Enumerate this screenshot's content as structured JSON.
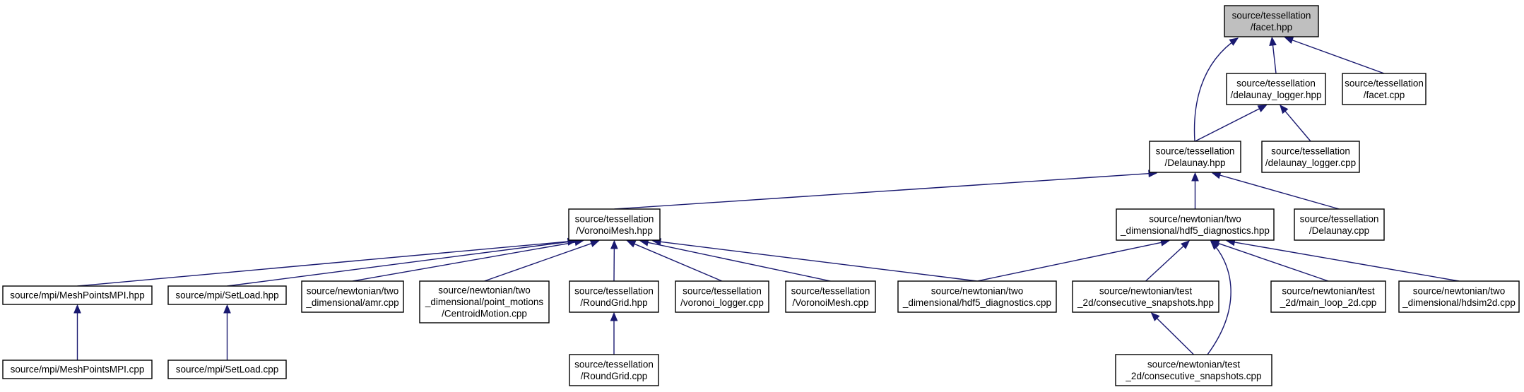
{
  "graph": {
    "title": "",
    "edge_color": "#191970",
    "root_fill": "#bfbfbf",
    "nodes": [
      {
        "id": "facet_hpp",
        "lines": [
          "source/tessellation",
          "/facet.hpp"
        ],
        "root": true
      },
      {
        "id": "delaunay_logger_hpp",
        "lines": [
          "source/tessellation",
          "/delaunay_logger.hpp"
        ]
      },
      {
        "id": "facet_cpp",
        "lines": [
          "source/tessellation",
          "/facet.cpp"
        ]
      },
      {
        "id": "delaunay_hpp",
        "lines": [
          "source/tessellation",
          "/Delaunay.hpp"
        ]
      },
      {
        "id": "delaunay_logger_cpp",
        "lines": [
          "source/tessellation",
          "/delaunay_logger.cpp"
        ]
      },
      {
        "id": "voronoimesh_hpp",
        "lines": [
          "source/tessellation",
          "/VoronoiMesh.hpp"
        ]
      },
      {
        "id": "hdf5_diag_hpp",
        "lines": [
          "source/newtonian/two",
          "_dimensional/hdf5_diagnostics.hpp"
        ]
      },
      {
        "id": "delaunay_cpp",
        "lines": [
          "source/tessellation",
          "/Delaunay.cpp"
        ]
      },
      {
        "id": "meshpointsmpi_hpp",
        "lines": [
          "source/mpi/MeshPointsMPI.hpp"
        ]
      },
      {
        "id": "setload_hpp",
        "lines": [
          "source/mpi/SetLoad.hpp"
        ]
      },
      {
        "id": "amr_cpp",
        "lines": [
          "source/newtonian/two",
          "_dimensional/amr.cpp"
        ]
      },
      {
        "id": "centroidmotion_cpp",
        "lines": [
          "source/newtonian/two",
          "_dimensional/point_motions",
          "/CentroidMotion.cpp"
        ]
      },
      {
        "id": "roundgrid_hpp",
        "lines": [
          "source/tessellation",
          "/RoundGrid.hpp"
        ]
      },
      {
        "id": "voronoi_logger_cpp",
        "lines": [
          "source/tessellation",
          "/voronoi_logger.cpp"
        ]
      },
      {
        "id": "voronoimesh_cpp",
        "lines": [
          "source/tessellation",
          "/VoronoiMesh.cpp"
        ]
      },
      {
        "id": "hdf5_diag_cpp",
        "lines": [
          "source/newtonian/two",
          "_dimensional/hdf5_diagnostics.cpp"
        ]
      },
      {
        "id": "consec_hpp",
        "lines": [
          "source/newtonian/test",
          "_2d/consecutive_snapshots.hpp"
        ]
      },
      {
        "id": "main_loop_cpp",
        "lines": [
          "source/newtonian/test",
          "_2d/main_loop_2d.cpp"
        ]
      },
      {
        "id": "hdsim2d_cpp",
        "lines": [
          "source/newtonian/two",
          "_dimensional/hdsim2d.cpp"
        ]
      },
      {
        "id": "meshpointsmpi_cpp",
        "lines": [
          "source/mpi/MeshPointsMPI.cpp"
        ]
      },
      {
        "id": "setload_cpp",
        "lines": [
          "source/mpi/SetLoad.cpp"
        ]
      },
      {
        "id": "roundgrid_cpp",
        "lines": [
          "source/tessellation",
          "/RoundGrid.cpp"
        ]
      },
      {
        "id": "consec_cpp",
        "lines": [
          "source/newtonian/test",
          "_2d/consecutive_snapshots.cpp"
        ]
      }
    ],
    "edges": [
      {
        "from": "delaunay_logger_hpp",
        "to": "facet_hpp"
      },
      {
        "from": "facet_cpp",
        "to": "facet_hpp"
      },
      {
        "from": "delaunay_hpp",
        "to": "facet_hpp"
      },
      {
        "from": "delaunay_hpp",
        "to": "delaunay_logger_hpp"
      },
      {
        "from": "delaunay_logger_cpp",
        "to": "delaunay_logger_hpp"
      },
      {
        "from": "voronoimesh_hpp",
        "to": "delaunay_hpp"
      },
      {
        "from": "hdf5_diag_hpp",
        "to": "delaunay_hpp"
      },
      {
        "from": "delaunay_cpp",
        "to": "delaunay_hpp"
      },
      {
        "from": "meshpointsmpi_hpp",
        "to": "voronoimesh_hpp"
      },
      {
        "from": "setload_hpp",
        "to": "voronoimesh_hpp"
      },
      {
        "from": "amr_cpp",
        "to": "voronoimesh_hpp"
      },
      {
        "from": "centroidmotion_cpp",
        "to": "voronoimesh_hpp"
      },
      {
        "from": "roundgrid_hpp",
        "to": "voronoimesh_hpp"
      },
      {
        "from": "voronoi_logger_cpp",
        "to": "voronoimesh_hpp"
      },
      {
        "from": "voronoimesh_cpp",
        "to": "voronoimesh_hpp"
      },
      {
        "from": "hdf5_diag_cpp",
        "to": "voronoimesh_hpp"
      },
      {
        "from": "hdf5_diag_cpp",
        "to": "hdf5_diag_hpp"
      },
      {
        "from": "consec_hpp",
        "to": "hdf5_diag_hpp"
      },
      {
        "from": "consec_cpp",
        "to": "hdf5_diag_hpp"
      },
      {
        "from": "main_loop_cpp",
        "to": "hdf5_diag_hpp"
      },
      {
        "from": "hdsim2d_cpp",
        "to": "hdf5_diag_hpp"
      },
      {
        "from": "meshpointsmpi_cpp",
        "to": "meshpointsmpi_hpp"
      },
      {
        "from": "setload_cpp",
        "to": "setload_hpp"
      },
      {
        "from": "roundgrid_cpp",
        "to": "roundgrid_hpp"
      },
      {
        "from": "consec_cpp",
        "to": "consec_hpp"
      }
    ]
  }
}
